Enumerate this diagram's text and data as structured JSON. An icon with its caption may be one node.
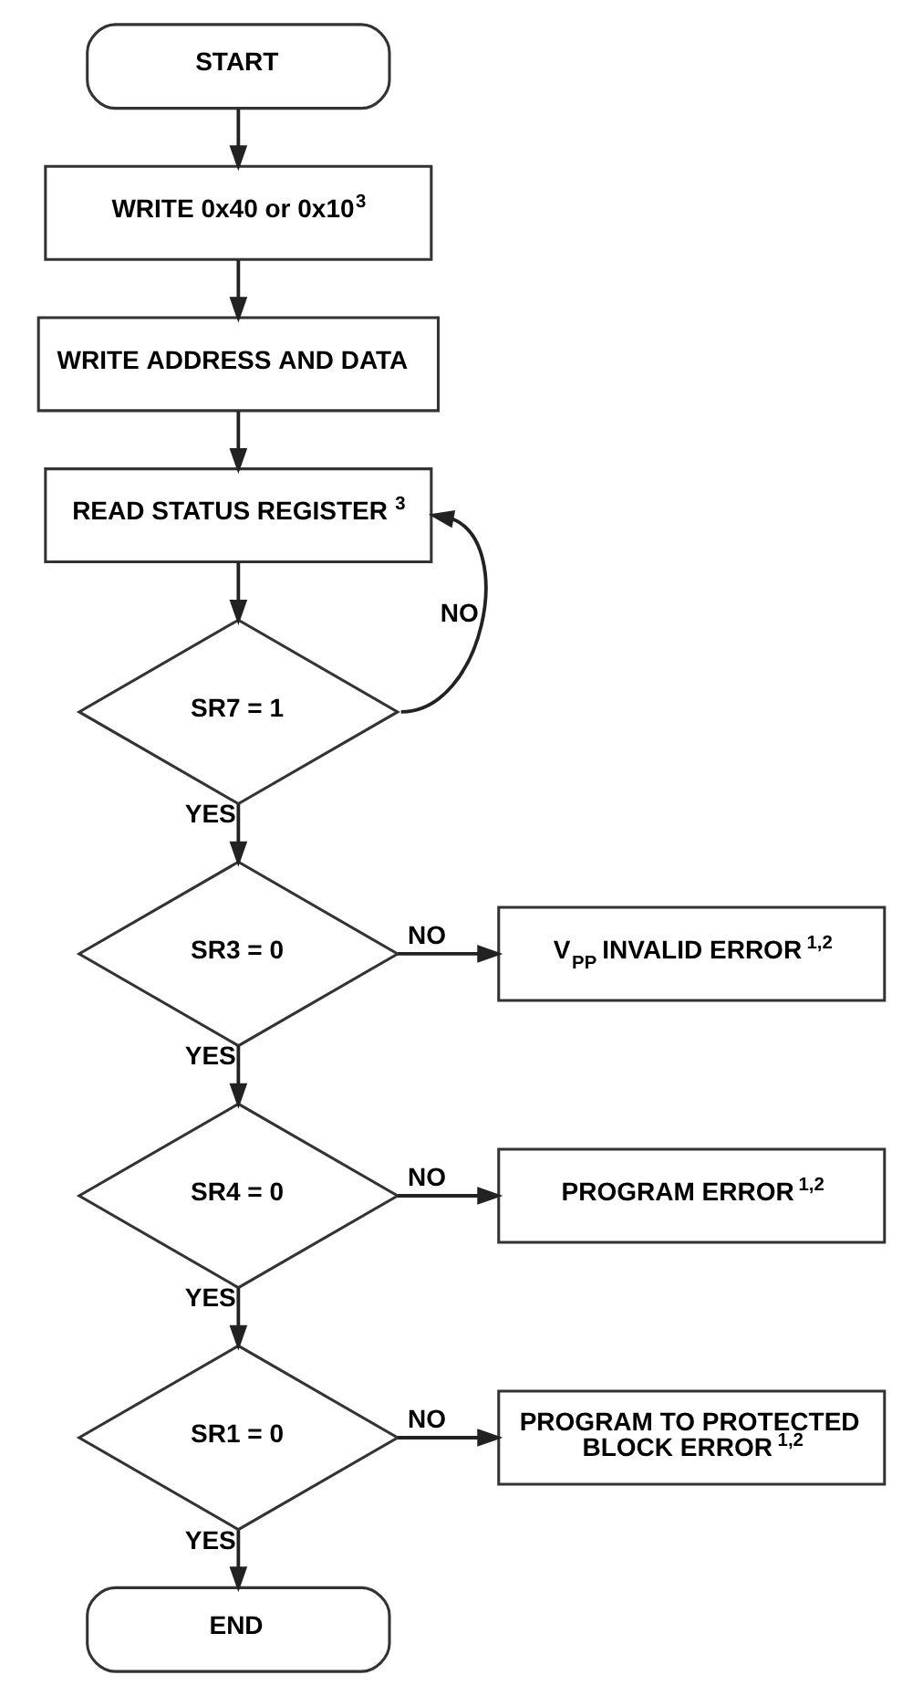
{
  "diagram": {
    "nodes": [
      {
        "text": [
          "START"
        ]
      },
      {
        "text": [
          "WRITE 0x40 or 0x10$^{3}$"
        ]
      },
      {
        "text": [
          "WRITE ADDRESS AND DATA"
        ]
      },
      {
        "text": [
          "READ STATUS REGISTER$^{3}$"
        ]
      },
      {
        "text": [
          "SR7 = 1"
        ]
      },
      {
        "text": [
          "SR3 = 0"
        ]
      },
      {
        "text": [
          "V$_{PP}$ INVALID ERROR$^{1,2}$"
        ]
      },
      {
        "text": [
          "SR4 = 0"
        ]
      },
      {
        "text": [
          "PROGRAM ERROR$^{1,2}$"
        ]
      },
      {
        "text": [
          "SR1 = 0"
        ]
      },
      {
        "text": [
          "PROGRAM TO PROTECTED BLOCK ERROR$^{1,2}$"
        ]
      },
      {
        "text": [
          "END"
        ]
      }
    ],
    "edges": [
      {
        "from": 0,
        "to": 1,
        "arrow": "to"
      },
      {
        "from": 1,
        "to": 2,
        "arrow": "to"
      },
      {
        "from": 2,
        "to": 3,
        "arrow": "to"
      },
      {
        "from": 3,
        "to": 4,
        "arrow": "to"
      },
      {
        "from": 4,
        "to": 3,
        "arrow": "to",
        "label": "NO"
      },
      {
        "from": 4,
        "to": 5,
        "arrow": "to",
        "label": "YES"
      },
      {
        "from": 5,
        "to": 6,
        "arrow": "to",
        "label": "NO"
      },
      {
        "from": 5,
        "to": 7,
        "arrow": "to",
        "label": "YES"
      },
      {
        "from": 7,
        "to": 8,
        "arrow": "to",
        "label": "NO"
      },
      {
        "from": 7,
        "to": 9,
        "arrow": "to",
        "label": "YES"
      },
      {
        "from": 9,
        "to": 10,
        "arrow": "to",
        "label": "NO"
      },
      {
        "from": 9,
        "to": 11,
        "arrow": "to",
        "label": "YES"
      }
    ]
  }
}
